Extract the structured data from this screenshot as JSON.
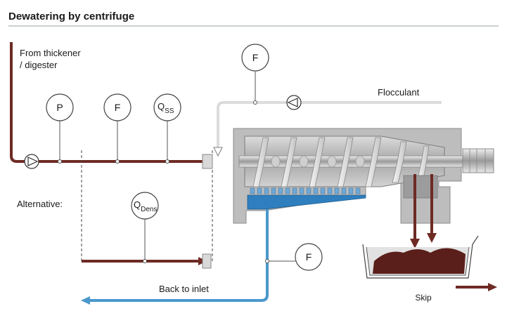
{
  "title": "Dewatering by centrifuge",
  "labels": {
    "source_line1": "From thickener",
    "source_line2": "/ digester",
    "flocculant": "Flocculant",
    "alternative": "Alternative:",
    "back_to_inlet": "Back to inlet",
    "skip": "Skip"
  },
  "instruments": {
    "flocculant_flow": "F",
    "pressure": "P",
    "feed_flow": "F",
    "suspended_solids_main": "Q",
    "suspended_solids_sub": "SS",
    "density_main": "Q",
    "density_sub": "Dens",
    "return_flow": "F"
  },
  "colors": {
    "sludge_line": "#6e2a24",
    "return_line": "#4a98cc",
    "centrate": "#2f7fbf",
    "machine_gray": "#b3b3b3",
    "cake": "#5a1f1a"
  }
}
